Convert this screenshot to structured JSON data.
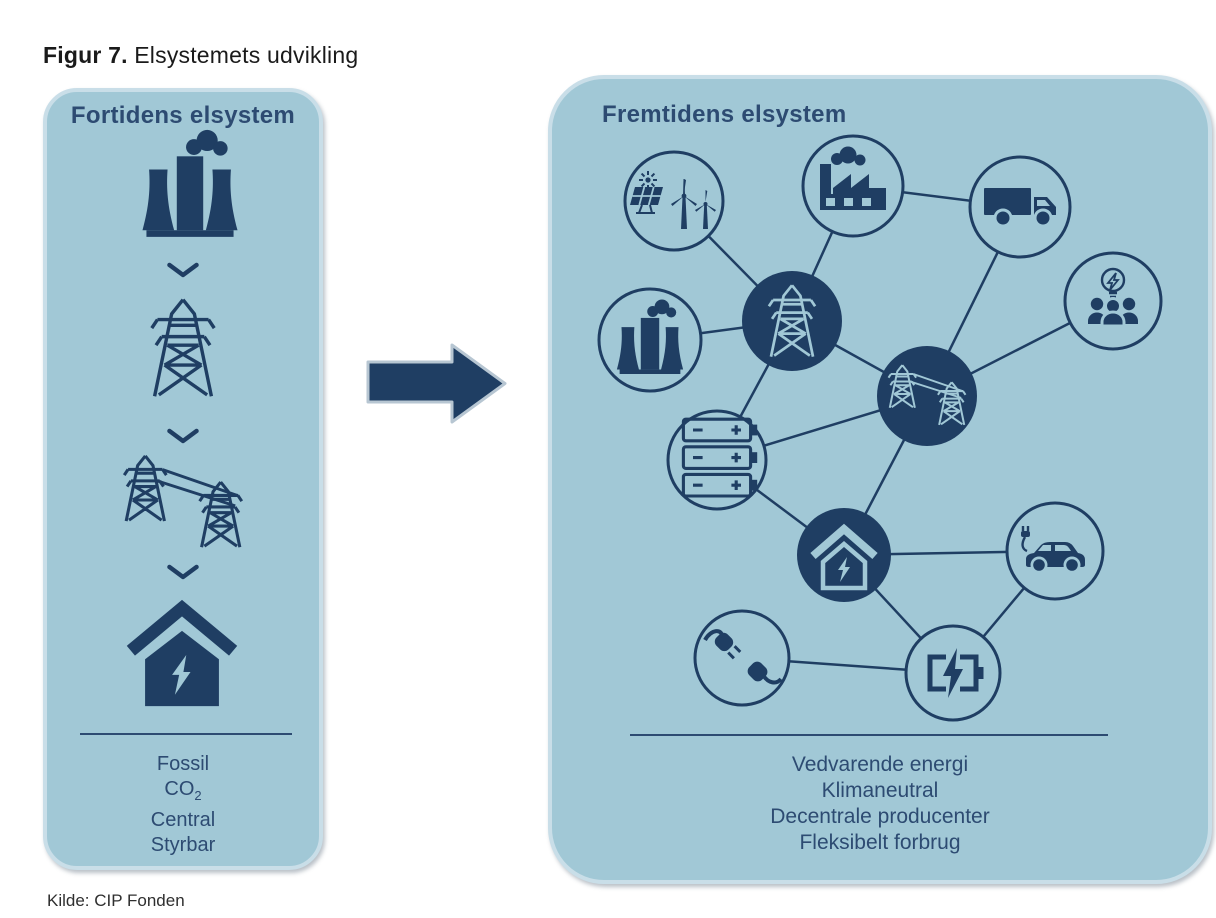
{
  "title": {
    "prefix": "Figur 7.",
    "rest": " Elsystemets udvikling"
  },
  "source": "Kilde: CIP Fonden",
  "colors": {
    "panel_fill": "#a1c8d6",
    "panel_border": "#c9dee8",
    "navy": "#1f3e63",
    "text_navy": "#2d4b72",
    "light_icon_on_dark": "#a1c8d6",
    "arrow_fill": "#1f3e63",
    "arrow_outline": "#b7c6d2",
    "title_color": "#1a1a1a",
    "source_color": "#2f2f2f",
    "page_background": "#ffffff"
  },
  "left_panel": {
    "header": "Fortidens elsystem",
    "icons": [
      "power-plant-icon",
      "chevron-down-icon",
      "transmission-tower-icon",
      "chevron-down-icon",
      "double-transmission-towers-icon",
      "chevron-down-icon",
      "house-electricity-icon"
    ],
    "labels": [
      "Fossil",
      "CO",
      "Central",
      "Styrbar"
    ],
    "co2_sub": "2"
  },
  "right_panel": {
    "header": "Fremtidens elsystem",
    "nodes": [
      "solar-wind-icon",
      "factory-icon",
      "truck-icon",
      "power-plant-icon",
      "transmission-tower-node",
      "consumers-lightbulb-icon",
      "double-transmission-towers-node",
      "battery-storage-icon",
      "smart-home-node",
      "electric-car-icon",
      "plug-icon",
      "battery-charging-icon"
    ],
    "connections": [
      [
        "solar-wind",
        "transmission-tower"
      ],
      [
        "factory",
        "transmission-tower"
      ],
      [
        "factory",
        "truck"
      ],
      [
        "truck",
        "double-transmission-towers"
      ],
      [
        "consumers-lightbulb",
        "double-transmission-towers"
      ],
      [
        "power-plant",
        "transmission-tower"
      ],
      [
        "transmission-tower",
        "double-transmission-towers"
      ],
      [
        "transmission-tower",
        "battery-storage"
      ],
      [
        "battery-storage",
        "double-transmission-towers"
      ],
      [
        "battery-storage",
        "smart-home"
      ],
      [
        "double-transmission-towers",
        "smart-home"
      ],
      [
        "smart-home",
        "electric-car"
      ],
      [
        "smart-home",
        "battery-charging"
      ],
      [
        "plug",
        "battery-charging"
      ],
      [
        "electric-car",
        "battery-charging"
      ]
    ],
    "labels": [
      "Vedvarende energi",
      "Klimaneutral",
      "Decentrale producenter",
      "Fleksibelt forbrug"
    ]
  }
}
